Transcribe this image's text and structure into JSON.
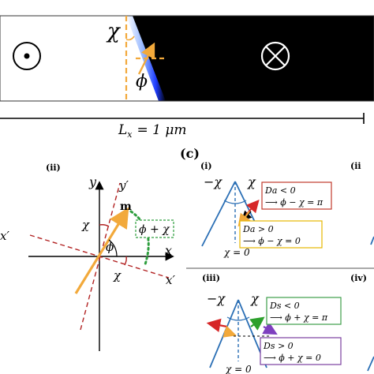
{
  "top_panel": {
    "chi": "χ",
    "phi": "ϕ",
    "length_label": "Lx = 1 μm",
    "length_var": "L",
    "length_sub": "x",
    "length_eq": "= 1 μm"
  },
  "panel_ii": {
    "label": "(ii)",
    "y": "y",
    "y_prime": "y′",
    "x": "x",
    "x_prime": "x′",
    "x_prime_left": "x′",
    "m": "m",
    "chi_upper": "χ",
    "chi_lower": "χ",
    "phi": "ϕ",
    "phi_plus_chi": "ϕ + χ"
  },
  "panel_c": {
    "label": "(c)",
    "sub_i": {
      "label": "(i)",
      "minus_chi": "−χ",
      "chi": "χ",
      "box_red_line1": "Da < 0",
      "box_red_line2": "⟶ ϕ − χ = π",
      "box_yellow_line1": "Da > 0",
      "box_yellow_line2": "⟶ ϕ − χ = 0",
      "chi_zero": "χ = 0"
    },
    "sub_ii_label": "(ii",
    "sub_iii": {
      "label": "(iii)",
      "minus_chi": "−χ",
      "chi": "χ",
      "box_green_line1": "Ds < 0",
      "box_green_line2": "⟶ ϕ + χ = π",
      "box_purple_line1": "Ds > 0",
      "box_purple_line2": "⟶ ϕ + χ = 0",
      "chi_zero": "χ = 0"
    },
    "sub_iv_label": "(iv)"
  },
  "colors": {
    "orange": "#F2A93B",
    "red_dashed": "#B22222",
    "green_dotted": "#2E9E3E",
    "blue_line": "#2B6FB5",
    "box_red": "#C0392B",
    "box_yellow": "#E6B800",
    "box_green": "#3E9E4A",
    "box_purple": "#7B3FA0",
    "arrow_red": "#D62728",
    "arrow_green": "#2CA02C",
    "arrow_purple": "#7E3FBF"
  }
}
